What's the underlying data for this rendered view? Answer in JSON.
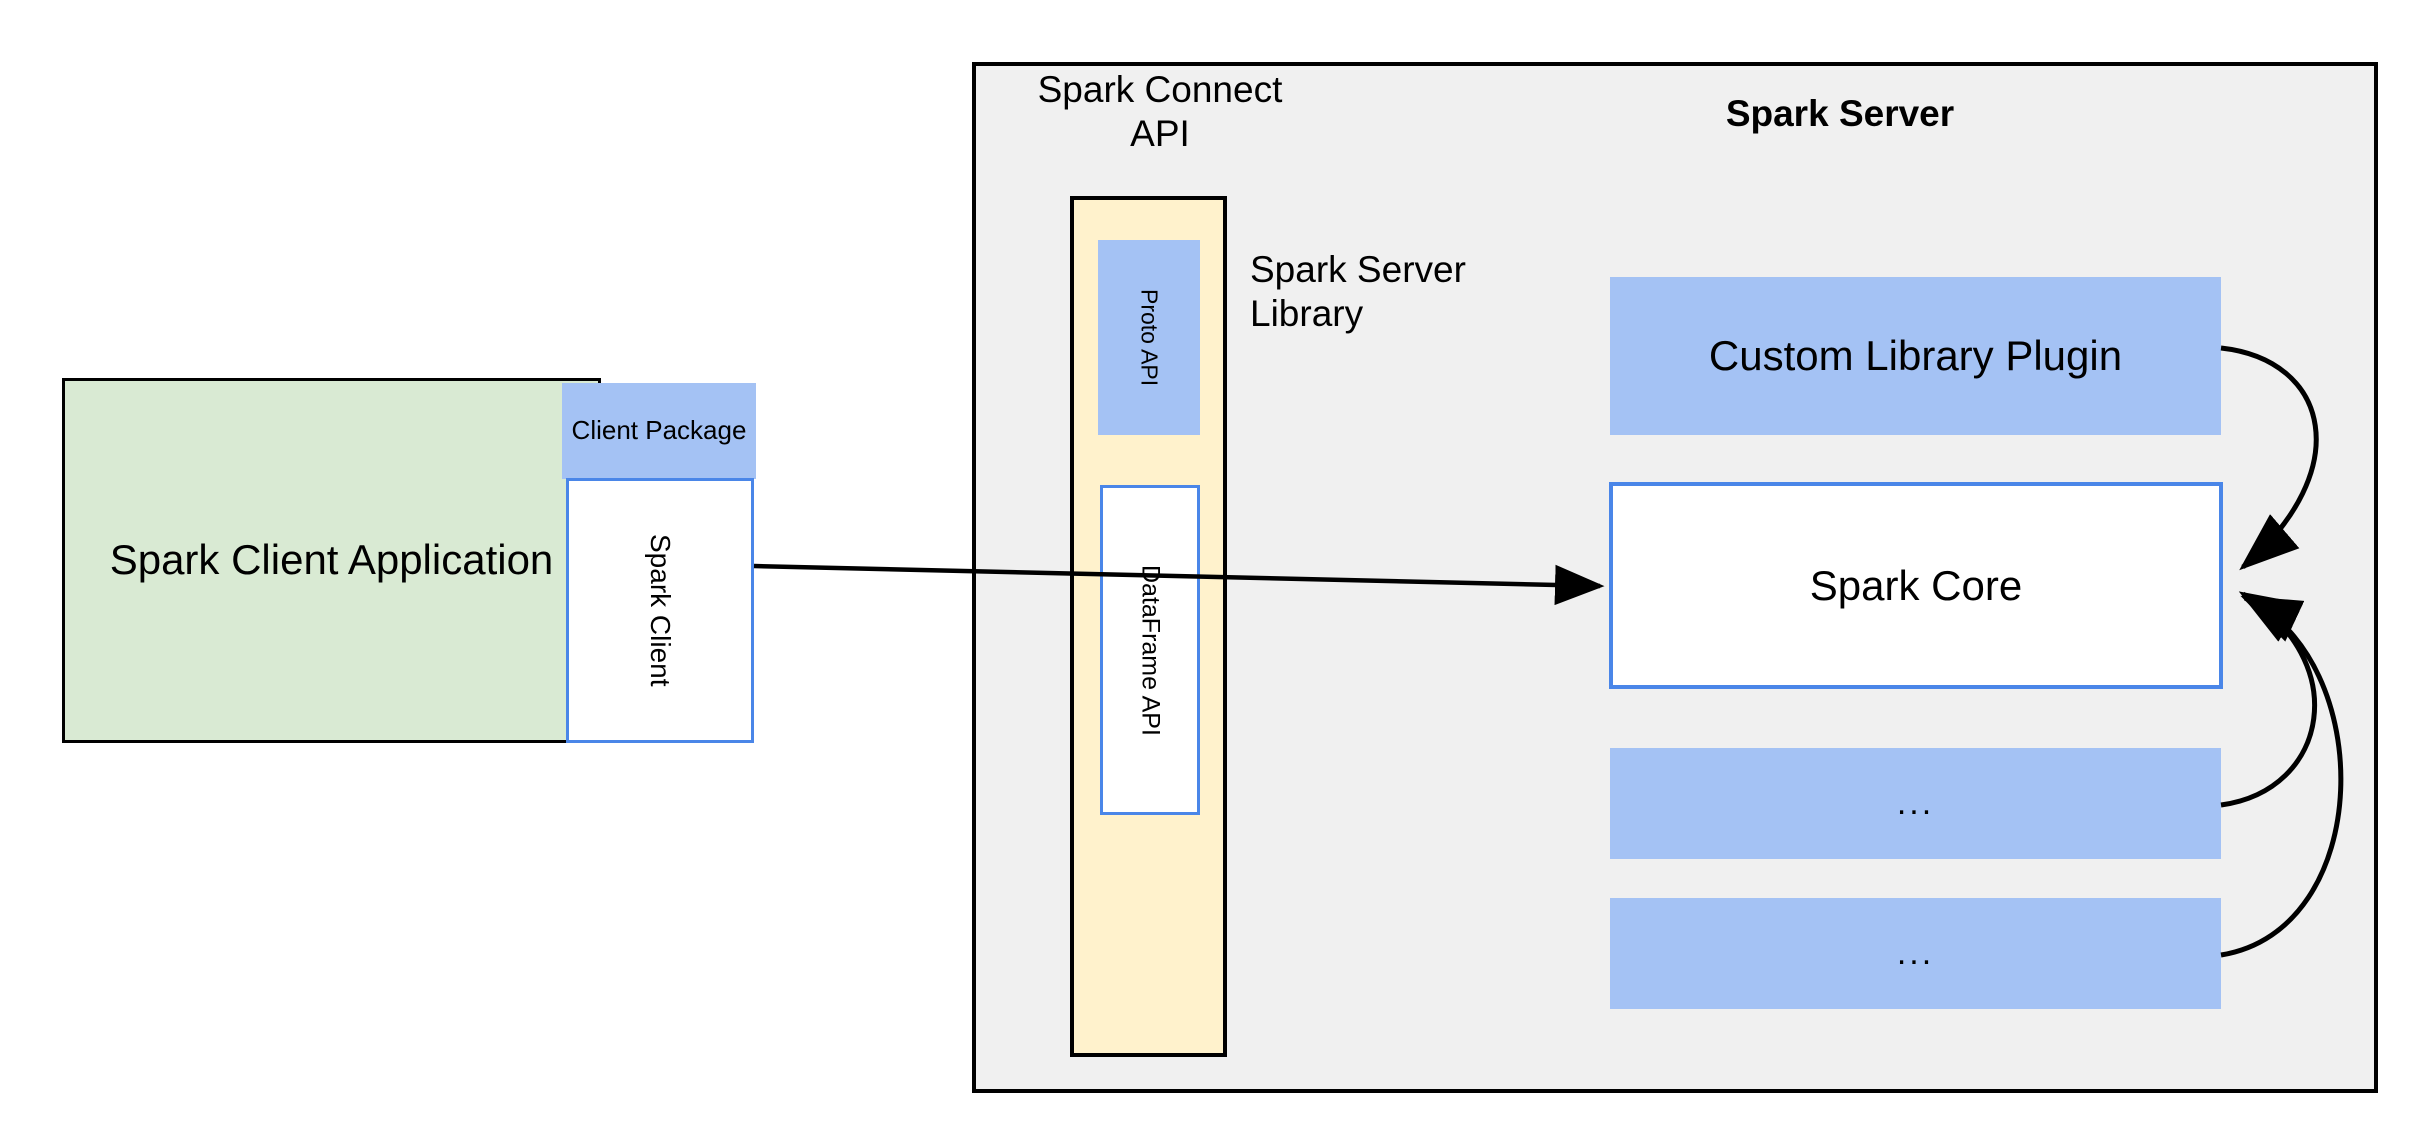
{
  "diagram": {
    "title": "Spark Connect architecture",
    "colors": {
      "client_app_fill": "#D9EAD3",
      "blue_fill": "#A4C2F4",
      "blue_border": "#4A86E8",
      "connect_column_fill": "#FFF2CC",
      "server_panel_fill": "#F0F0F0",
      "stroke": "#000000"
    }
  },
  "client": {
    "application_label": "Spark Client\nApplication",
    "package_label": "Client\nPackage",
    "client_label": "Spark Client"
  },
  "server": {
    "panel_title": "Spark Server",
    "connect_api_label": "Spark Connect\nAPI",
    "server_library_label": "Spark Server\nLibrary",
    "connect_column": {
      "proto_api_label": "Proto API",
      "dataframe_api_label": "DataFrame API"
    },
    "components": [
      {
        "label": "Custom Library Plugin",
        "style": "filled-blue"
      },
      {
        "label": "Spark Core",
        "style": "outlined-blue"
      },
      {
        "label": "...",
        "style": "filled-blue"
      },
      {
        "label": "...",
        "style": "filled-blue"
      }
    ]
  },
  "connections": [
    {
      "from": "Spark Client",
      "to": "Spark Core",
      "kind": "straight-arrow"
    },
    {
      "from": "Custom Library Plugin",
      "to": "Spark Core",
      "kind": "curved-arrow"
    },
    {
      "from": "...",
      "to": "Spark Core",
      "kind": "curved-arrow"
    },
    {
      "from": "...",
      "to": "Spark Core",
      "kind": "curved-arrow"
    }
  ]
}
